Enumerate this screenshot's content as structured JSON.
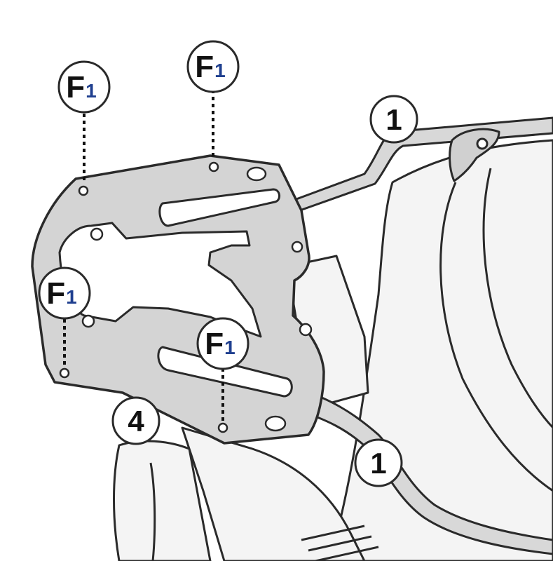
{
  "diagram": {
    "type": "exploded-assembly-drawing",
    "colors": {
      "line": "#2a2a2a",
      "plate_fill": "#d4d4d4",
      "rail_fill": "#d8d8d8",
      "body_fill": "#f4f4f4",
      "label_text": "#111111",
      "subscript_text": "#1f3f8f",
      "callout_bg": "#ffffff"
    },
    "callouts": [
      {
        "id": "f1-top-left",
        "main": "F",
        "sub": "1",
        "meaning": "screw"
      },
      {
        "id": "f1-top-mid",
        "main": "F",
        "sub": "1",
        "meaning": "screw"
      },
      {
        "id": "f1-left-mid",
        "main": "F",
        "sub": "1",
        "meaning": "screw"
      },
      {
        "id": "f1-lower-mid",
        "main": "F",
        "sub": "1",
        "meaning": "screw"
      },
      {
        "id": "part-1-top",
        "main": "1",
        "sub": "",
        "meaning": "side rail"
      },
      {
        "id": "part-1-bottom",
        "main": "1",
        "sub": "",
        "meaning": "side rail"
      },
      {
        "id": "part-4",
        "main": "4",
        "sub": "",
        "meaning": "mounting plate"
      }
    ]
  }
}
